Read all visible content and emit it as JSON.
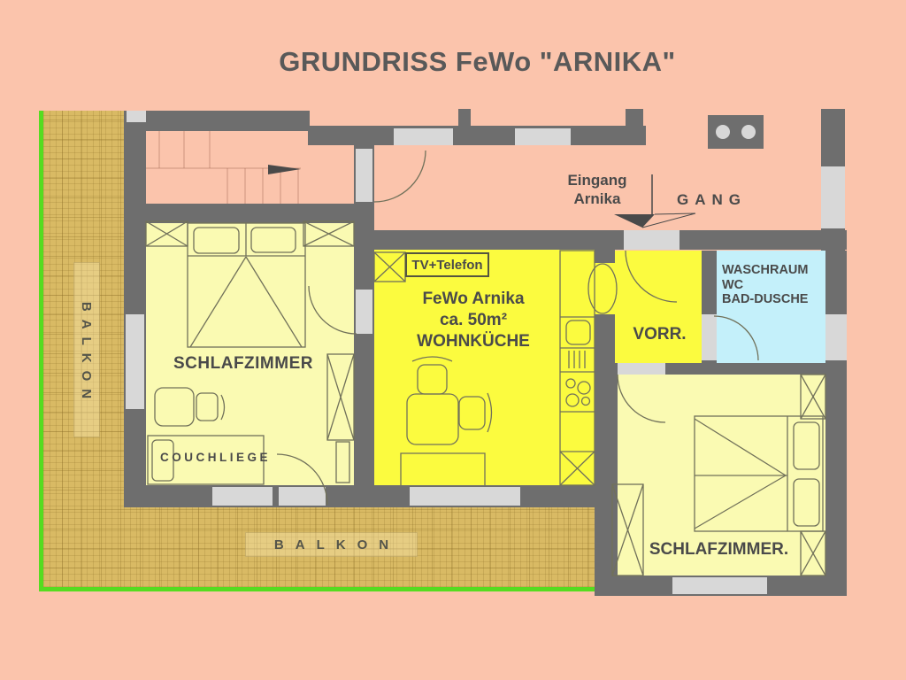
{
  "title": "GRUNDRISS FeWo \"ARNIKA\"",
  "colors": {
    "background": "#FBC4AC",
    "wall": "#6E6E6E",
    "window": "#D8D8D8",
    "room_pale_yellow": "#FAFAB2",
    "room_bright_yellow": "#FBFB3F",
    "bathroom_cyan": "#C4F0FA",
    "balcony_tan": "#D9BA64",
    "balcony_edge_green": "#55DC20",
    "furniture_line": "#71715A",
    "text": "#4A4A4A"
  },
  "labels": {
    "entrance_line1": "Eingang",
    "entrance_line2": "Arnika",
    "corridor": "GANG",
    "bedroom_left": "SCHLAFZIMMER",
    "couch": "COUCHLIEGE",
    "tv": "TV+Telefon",
    "kitchen_line1": "FeWo Arnika",
    "kitchen_line2": "ca. 50m²",
    "kitchen_line3": "WOHNKÜCHE",
    "vorraum": "VORR.",
    "bath_line1": "WASCHRAUM",
    "bath_line2": "WC",
    "bath_line3": "BAD-DUSCHE",
    "bedroom_right": "SCHLAFZIMMER.",
    "balcony_left": "BALKON",
    "balcony_bottom": "BALKON"
  },
  "rooms": [
    {
      "name": "balcony-left"
    },
    {
      "name": "stairs"
    },
    {
      "name": "corridor-gang"
    },
    {
      "name": "bedroom-left"
    },
    {
      "name": "kitchen-wohnkueche"
    },
    {
      "name": "vorraum"
    },
    {
      "name": "bathroom"
    },
    {
      "name": "bedroom-right"
    },
    {
      "name": "balcony-bottom"
    }
  ]
}
